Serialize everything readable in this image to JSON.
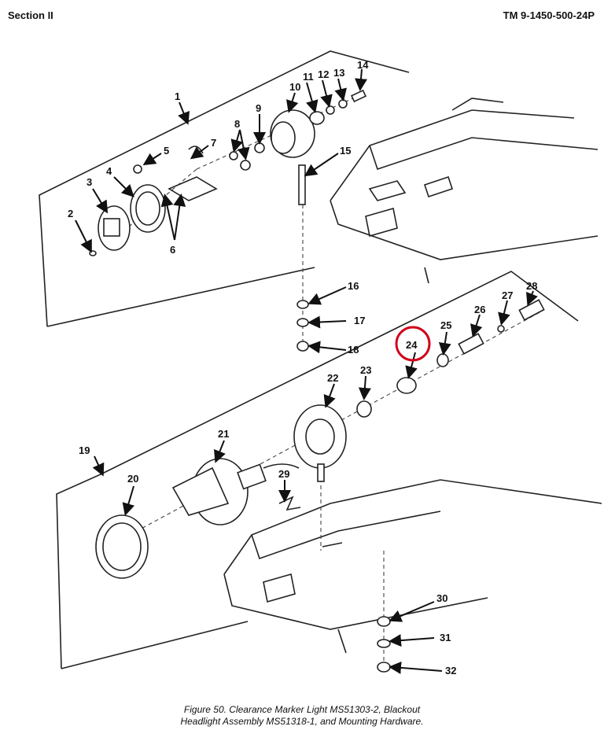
{
  "header": {
    "section": "Section II",
    "tm_number": "TM 9-1450-500-24P"
  },
  "caption": {
    "line1": "Figure 50.  Clearance Marker Light MS51303-2, Blackout",
    "line2": "Headlight Assembly MS51318-1, and Mounting Hardware."
  },
  "callouts": [
    "1",
    "2",
    "3",
    "4",
    "5",
    "6",
    "7",
    "8",
    "9",
    "10",
    "11",
    "12",
    "13",
    "14",
    "15",
    "16",
    "17",
    "18",
    "19",
    "20",
    "21",
    "22",
    "23",
    "24",
    "25",
    "26",
    "27",
    "28",
    "29",
    "30",
    "31",
    "32"
  ],
  "highlight": {
    "callout": "24",
    "color": "#d0021b"
  }
}
